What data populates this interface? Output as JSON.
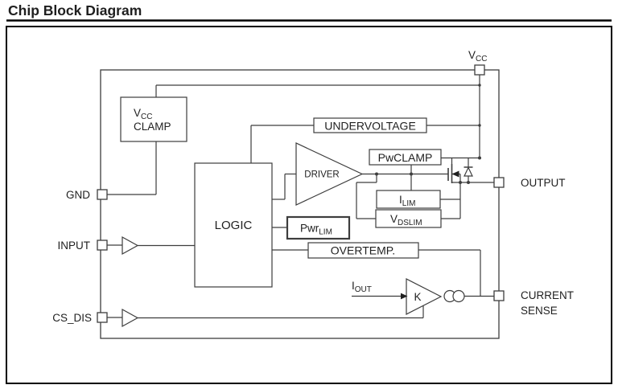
{
  "title": "Chip Block Diagram",
  "terminals": {
    "vcc": {
      "main": "V",
      "sub": "CC"
    },
    "gnd": "GND",
    "input": "INPUT",
    "cs_dis": "CS_DIS",
    "output": "OUTPUT",
    "current_sense": {
      "line1": "CURRENT",
      "line2": "SENSE"
    }
  },
  "blocks": {
    "vcc_clamp": {
      "line1_main": "V",
      "line1_sub": "CC",
      "line2": "CLAMP"
    },
    "undervoltage": "UNDERVOLTAGE",
    "pwclamp": "PwCLAMP",
    "driver": "DRIVER",
    "ilim": {
      "main": "I",
      "sub": "LIM"
    },
    "vdslim": {
      "main": "V",
      "sub": "DSLIM"
    },
    "pwrlim": {
      "main": "Pwr",
      "sub": "LIM"
    },
    "overtemp": "OVERTEMP.",
    "logic": "LOGIC",
    "k_gain": "K",
    "iout": {
      "main": "I",
      "sub": "OUT"
    }
  },
  "colors": {
    "line": "#3d3d3d",
    "text": "#1f1f1f",
    "frame": "#000000",
    "background": "#ffffff"
  }
}
